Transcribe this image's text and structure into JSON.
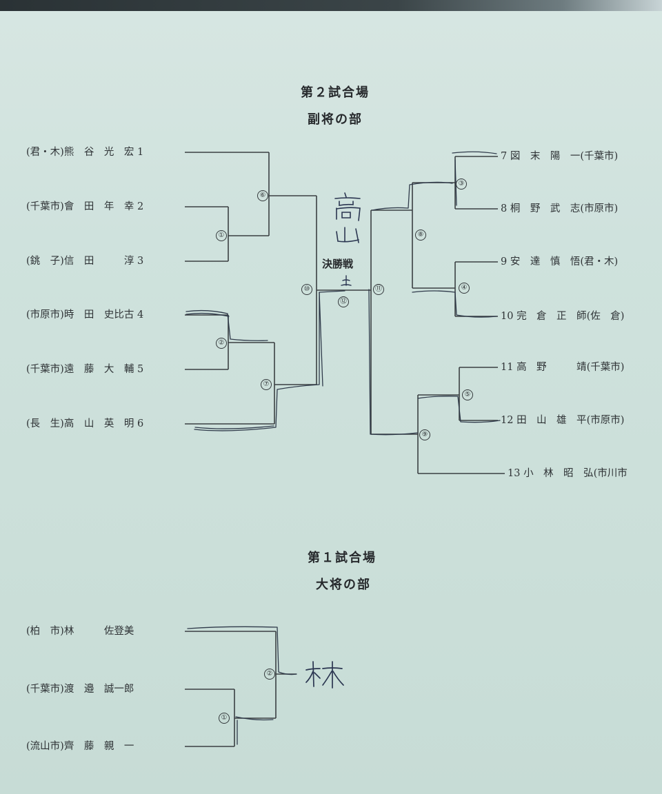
{
  "venue2": {
    "title": "第２試合場",
    "division": "副将の部"
  },
  "venue1": {
    "title": "第１試合場",
    "division": "大将の部"
  },
  "final_label": "決勝戦",
  "handwritten": {
    "winner_top": "高山",
    "winner_bottom": "林"
  },
  "left_entries": [
    {
      "aff": "(君・木)",
      "name": "熊　谷　光　宏",
      "num": "1"
    },
    {
      "aff": "(千葉市)",
      "name": "會　田　年　幸",
      "num": "2"
    },
    {
      "aff": "(銚　子)",
      "name": "信　田　　　淳",
      "num": "3"
    },
    {
      "aff": "(市原市)",
      "name": "時　田　史比古",
      "num": "4"
    },
    {
      "aff": "(千葉市)",
      "name": "遠　藤　大　輔",
      "num": "5"
    },
    {
      "aff": "(長　生)",
      "name": "高　山　英　明",
      "num": "6"
    }
  ],
  "right_entries": [
    {
      "num": "7",
      "name": "図　末　陽　一",
      "aff": "(千葉市)"
    },
    {
      "num": "8",
      "name": "桐　野　武　志",
      "aff": "(市原市)"
    },
    {
      "num": "9",
      "name": "安　達　慎　悟",
      "aff": "(君・木)"
    },
    {
      "num": "10",
      "name": "完　倉　正　師",
      "aff": "(佐　倉)"
    },
    {
      "num": "11",
      "name": "高　野　　　靖",
      "aff": "(千葉市)"
    },
    {
      "num": "12",
      "name": "田　山　雄　平",
      "aff": "(市原市)"
    },
    {
      "num": "13",
      "name": "小　林　昭　弘",
      "aff": "(市川市"
    }
  ],
  "bottom_entries": [
    {
      "aff": "(柏　市)",
      "name": "林　　　佐登美"
    },
    {
      "aff": "(千葉市)",
      "name": "渡　邉　誠一郎"
    },
    {
      "aff": "(流山市)",
      "name": "齊　藤　親　一"
    }
  ],
  "match_numbers": {
    "m1": "①",
    "m2": "②",
    "m3": "③",
    "m4": "④",
    "m5": "⑤",
    "m6": "⑥",
    "m7": "⑦",
    "m8": "⑧",
    "m9": "⑨",
    "m10": "⑩",
    "m11": "⑪",
    "m12": "⑫",
    "b1": "①",
    "b2": "②"
  }
}
